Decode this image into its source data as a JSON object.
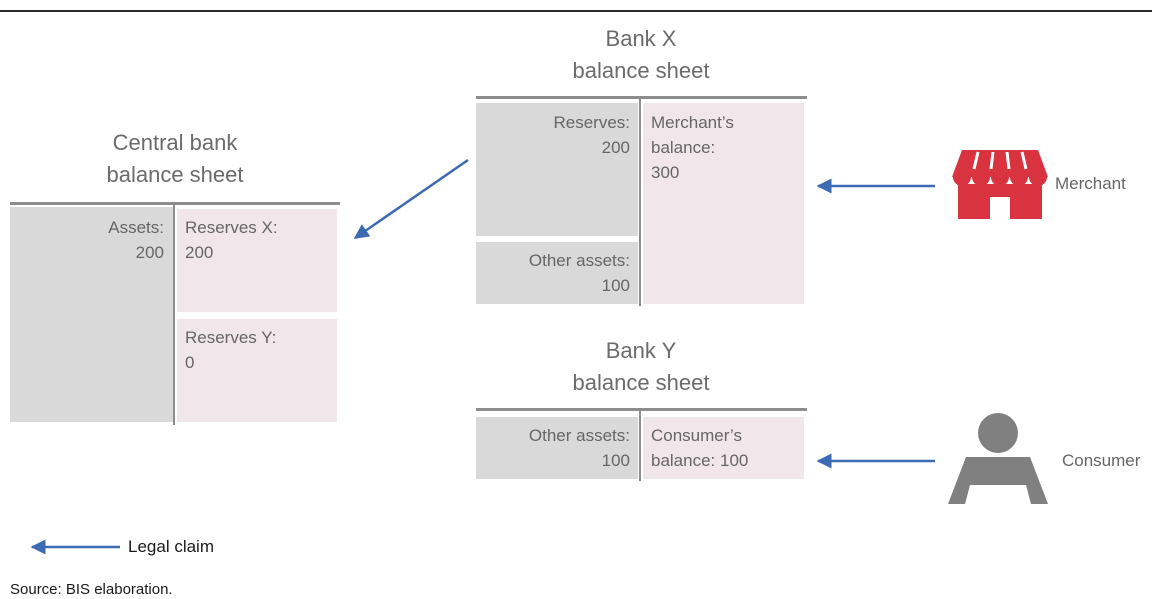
{
  "central_bank": {
    "title_line1": "Central bank",
    "title_line2": "balance sheet",
    "assets_label": "Assets:",
    "assets_value": "200",
    "reserves_x_label": "Reserves X:",
    "reserves_x_value": "200",
    "reserves_y_label": "Reserves Y:",
    "reserves_y_value": "0"
  },
  "bank_x": {
    "title_line1": "Bank X",
    "title_line2": "balance sheet",
    "reserves_label": "Reserves:",
    "reserves_value": "200",
    "other_assets_label": "Other assets:",
    "other_assets_value": "100",
    "merchant_line1": "Merchant’s",
    "merchant_line2": "balance:",
    "merchant_value": "300"
  },
  "bank_y": {
    "title_line1": "Bank Y",
    "title_line2": "balance sheet",
    "other_assets_label": "Other assets:",
    "other_assets_value": "100",
    "consumer_line1": "Consumer’s",
    "consumer_line2": "balance: 100"
  },
  "actors": {
    "merchant_label": "Merchant",
    "merchant_icon": "store-icon",
    "merchant_color": "#d8333f",
    "consumer_label": "Consumer",
    "consumer_icon": "person-icon",
    "consumer_color": "#808080"
  },
  "legend": {
    "label": "Legal claim",
    "arrow_color": "#3d6bb3"
  },
  "footer": {
    "source": "Source: BIS elaboration."
  }
}
